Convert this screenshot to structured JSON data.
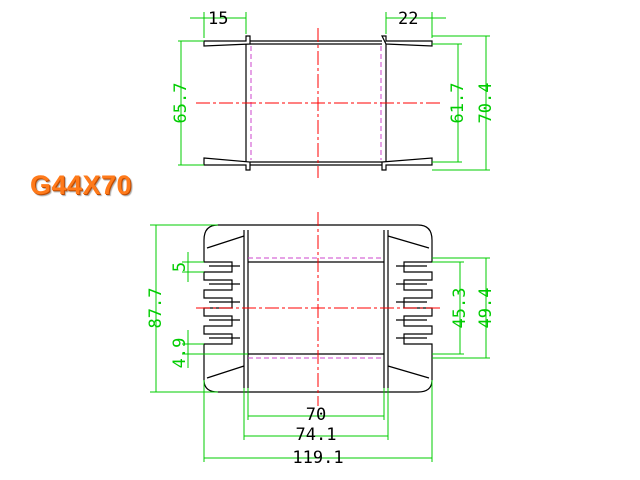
{
  "model": "G44X70",
  "top_view": {
    "width_left": "15",
    "width_right": "22",
    "inner_height": "65.7",
    "inner_height_right": "61.7",
    "outer_height": "70.4"
  },
  "front_view": {
    "slot_pitch": "5",
    "overall_height": "87.7",
    "lower_offset": "4.9",
    "window_height": "45.3",
    "outer_window_height": "49.4",
    "window_width": "70",
    "outer_window_width": "74.1",
    "overall_width": "119.1"
  },
  "colors": {
    "outline": "#000000",
    "dimension": "#00cc00",
    "center_line": "#ff0000",
    "hidden_line": "#cc44cc",
    "label": "#ff7a1a"
  }
}
